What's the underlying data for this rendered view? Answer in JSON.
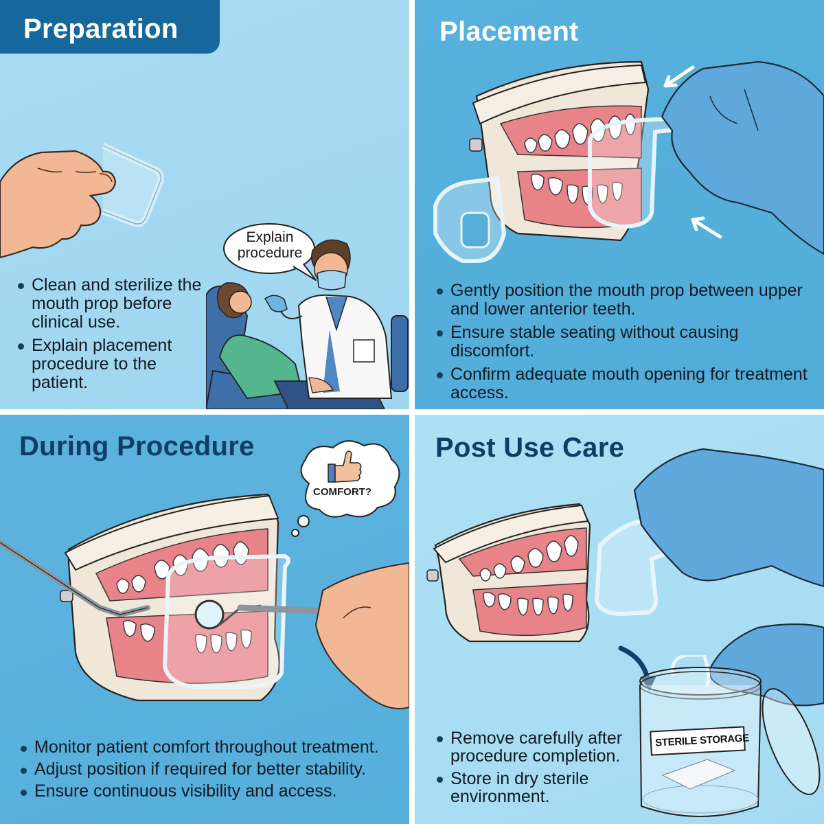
{
  "panels": [
    {
      "id": "preparation",
      "title": "Preparation",
      "bullets": [
        "Clean and sterilize the mouth prop before clinical use.",
        "Explain placement procedure to the patient."
      ],
      "speech_bubble": "Explain procedure",
      "illustrations": [
        "hand-holding-mouth-prop",
        "dentist-explaining-to-patient-in-chair"
      ],
      "background": "#a5d9f1",
      "title_bg": "#15679c"
    },
    {
      "id": "placement",
      "title": "Placement",
      "bullets": [
        "Gently position the mouth prop between upper and lower anterior teeth.",
        "Ensure stable seating without causing discomfort.",
        "Confirm adequate mouth opening for treatment access."
      ],
      "illustrations": [
        "dental-model-with-mouth-prop",
        "gloved-hand",
        "direction-arrows"
      ],
      "background": "#55afda"
    },
    {
      "id": "during-procedure",
      "title": "During Procedure",
      "bullets": [
        "Monitor patient comfort throughout treatment.",
        "Adjust position if required for better stability.",
        "Ensure continuous visibility and access."
      ],
      "thought_bubble": "COMFORT?",
      "illustrations": [
        "dental-model-with-mouth-prop",
        "dental-mirror",
        "explorer-probe",
        "thumbs-up"
      ],
      "background": "#59b1dc",
      "title_color": "#0f3d66"
    },
    {
      "id": "post-use-care",
      "title": "Post Use Care",
      "bullets": [
        "Remove carefully after procedure completion.",
        "Store in dry sterile environment."
      ],
      "jar_label": "STERILE STORAGE",
      "illustrations": [
        "dental-model",
        "gloved-hands-removing-prop",
        "storage-jar-with-lid",
        "desiccant-packet",
        "down-arrow"
      ],
      "background": "#a9ddf3",
      "title_color": "#0f3d66"
    }
  ]
}
